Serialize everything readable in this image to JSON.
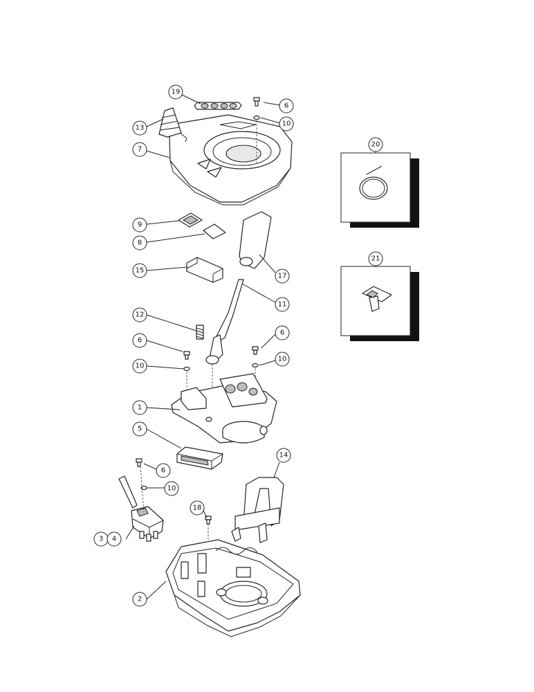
{
  "labels": {
    "p1": "1",
    "p2": "2",
    "p3": "3",
    "p4": "4",
    "p5": "5",
    "p6": "6",
    "p7": "7",
    "p8": "8",
    "p9": "9",
    "p10": "10",
    "p11": "11",
    "p12": "12",
    "p13": "13",
    "p14": "14",
    "p15": "15",
    "p17": "17",
    "p18": "18",
    "p19": "19",
    "p20": "20",
    "p21": "21"
  }
}
